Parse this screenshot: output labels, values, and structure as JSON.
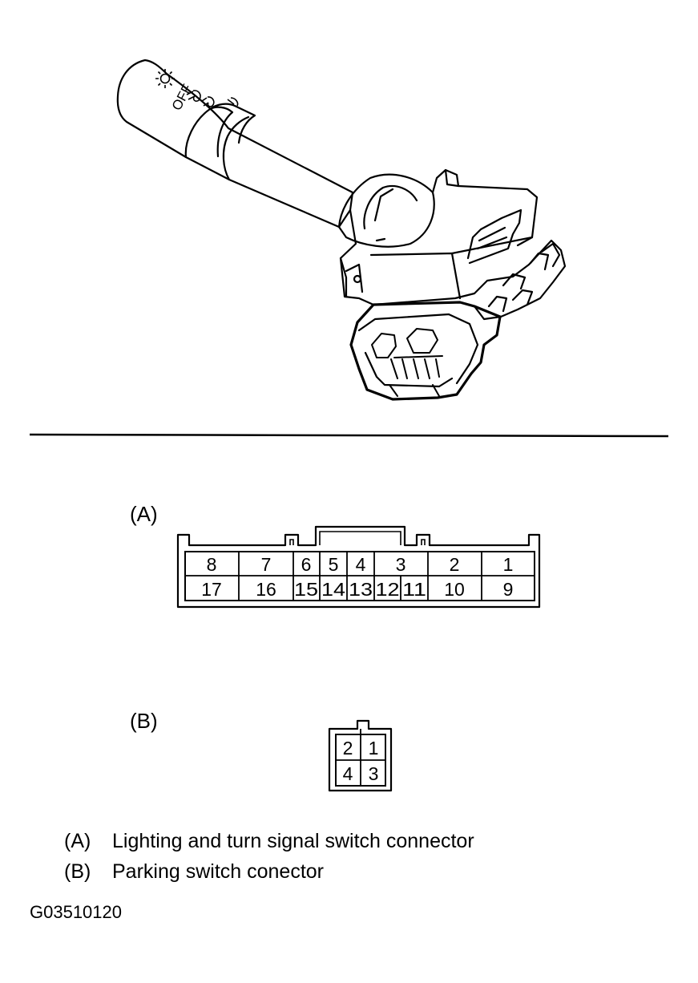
{
  "figure_code": "G03510120",
  "switch_icons": {
    "headlight": "headlight-sun-icon",
    "off": "OFF",
    "parking": "parking-light-icon",
    "foglight": "fog-light-icon"
  },
  "connector_a": {
    "tag": "(A)",
    "top_row": [
      "8",
      "7",
      "6",
      "5",
      "4",
      "3",
      "2",
      "1"
    ],
    "bottom_row": [
      "17",
      "16",
      "15",
      "14",
      "13",
      "12",
      "11",
      "10",
      "9"
    ]
  },
  "connector_b": {
    "tag": "(B)",
    "top_row": [
      "2",
      "1"
    ],
    "bottom_row": [
      "4",
      "3"
    ]
  },
  "legend": [
    {
      "key": "(A)",
      "text": "Lighting and turn signal switch connector"
    },
    {
      "key": "(B)",
      "text": "Parking switch conector"
    }
  ]
}
